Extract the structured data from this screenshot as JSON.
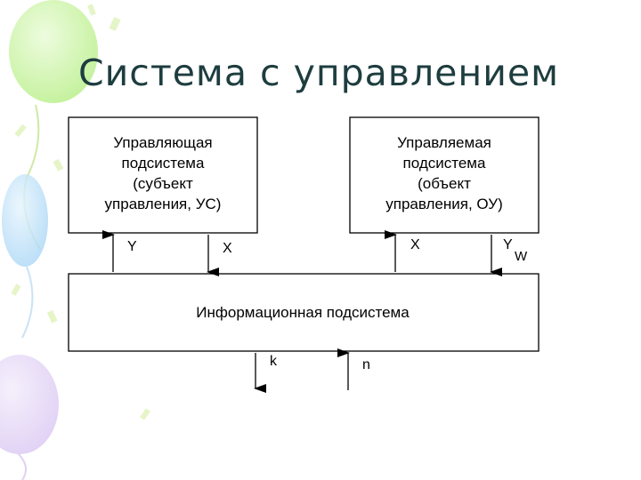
{
  "title": "Система с управлением",
  "diagram": {
    "control_box": [
      "Управляющая",
      "подсистема",
      "(субъект",
      "управления, УС)"
    ],
    "managed_box": [
      "Управляемая",
      "подсистема",
      "(объект",
      "управления, ОУ)"
    ],
    "info_box": "Информационная подсистема",
    "arrows": {
      "y_up": "Y",
      "x_down": "X",
      "x_up": "X",
      "y_down": "Y",
      "y_down_sub": "W",
      "k_out": "k",
      "n_in": "n"
    }
  },
  "colors": {
    "title": "#1e3d3f",
    "balloon_green": "#b9ef8a",
    "balloon_blue": "#a9d6f5",
    "balloon_purple": "#d9c6f2"
  }
}
